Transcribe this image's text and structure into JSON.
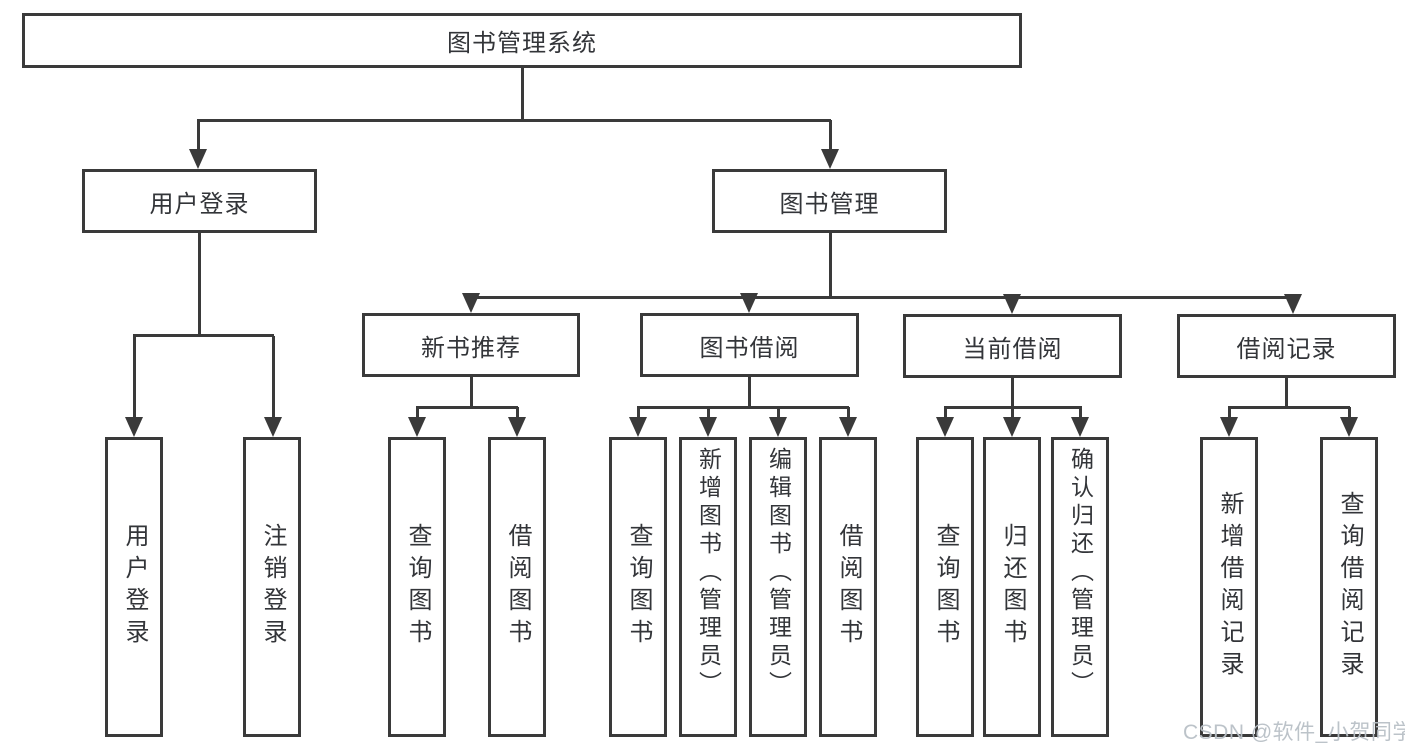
{
  "title": "图书管理系统",
  "watermark": "CSDN @软件_小贺同学",
  "colors": {
    "line": "#3a3a3a",
    "text": "#333539",
    "box_fill": "#ffffff",
    "watermark": "#b9c0c7",
    "background": "#ffffff"
  },
  "nodes": {
    "root": {
      "label": "图书管理系统"
    },
    "user_login_group": {
      "label": "用户登录"
    },
    "book_mgmt": {
      "label": "图书管理"
    },
    "new_book_rec": {
      "label": "新书推荐"
    },
    "book_borrow": {
      "label": "图书借阅"
    },
    "current_borrow": {
      "label": "当前借阅"
    },
    "borrow_records": {
      "label": "借阅记录"
    },
    "user_login": {
      "label": "用户登录"
    },
    "logout": {
      "label": "注销登录"
    },
    "nb_query_books": {
      "label": "查询图书"
    },
    "nb_borrow_books": {
      "label": "借阅图书"
    },
    "bb_query_books": {
      "label": "查询图书"
    },
    "bb_add_books": {
      "label": "新增图书（管理员）"
    },
    "bb_edit_books": {
      "label": "编辑图书（管理员）"
    },
    "bb_borrow_books": {
      "label": "借阅图书"
    },
    "cb_query_books": {
      "label": "查询图书"
    },
    "cb_return_books": {
      "label": "归还图书"
    },
    "cb_confirm_return": {
      "label": "确认归还（管理员）"
    },
    "br_add_record": {
      "label": "新增借阅记录"
    },
    "br_query_record": {
      "label": "查询借阅记录"
    }
  },
  "edges": [
    [
      "root",
      "user_login_group"
    ],
    [
      "root",
      "book_mgmt"
    ],
    [
      "user_login_group",
      "user_login"
    ],
    [
      "user_login_group",
      "logout"
    ],
    [
      "book_mgmt",
      "new_book_rec"
    ],
    [
      "book_mgmt",
      "book_borrow"
    ],
    [
      "book_mgmt",
      "current_borrow"
    ],
    [
      "book_mgmt",
      "borrow_records"
    ],
    [
      "new_book_rec",
      "nb_query_books"
    ],
    [
      "new_book_rec",
      "nb_borrow_books"
    ],
    [
      "book_borrow",
      "bb_query_books"
    ],
    [
      "book_borrow",
      "bb_add_books"
    ],
    [
      "book_borrow",
      "bb_edit_books"
    ],
    [
      "book_borrow",
      "bb_borrow_books"
    ],
    [
      "current_borrow",
      "cb_query_books"
    ],
    [
      "current_borrow",
      "cb_return_books"
    ],
    [
      "current_borrow",
      "cb_confirm_return"
    ],
    [
      "borrow_records",
      "br_add_record"
    ],
    [
      "borrow_records",
      "br_query_record"
    ]
  ]
}
